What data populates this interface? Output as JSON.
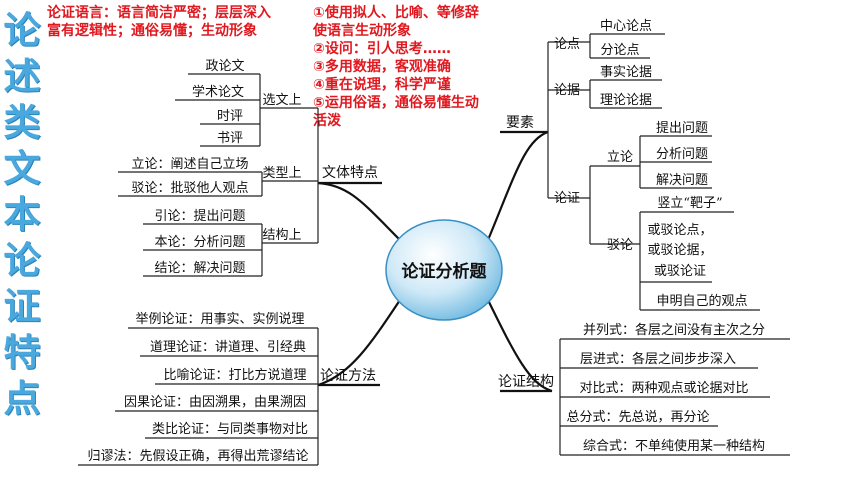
{
  "vertical_title": [
    "论",
    "述",
    "类",
    "文",
    "本",
    "论",
    "证",
    "特",
    "点"
  ],
  "left_note": [
    "论证语言：语言简洁严密；层层深入",
    "富有逻辑性；通俗易懂；生动形象"
  ],
  "right_note": [
    "①使用拟人、比喻、等修辞",
    "使语言生动形象",
    "②设问：引人思考……",
    "③多用数据，客观准确",
    "④重在说理，科学严谨",
    "⑤运用俗语，通俗易懂生动",
    "活泼"
  ],
  "center": "论证分析题",
  "left_branches": {
    "wenti": {
      "label": "文体特点",
      "groups": [
        {
          "label": "选文上",
          "items": [
            "政论文",
            "学术论文",
            "时评",
            "书评"
          ]
        },
        {
          "label": "类型上",
          "items": [
            "立论：阐述自己立场",
            "驳论：批驳他人观点"
          ]
        },
        {
          "label": "结构上",
          "items": [
            "引论：提出问题",
            "本论：分析问题",
            "结论：解决问题"
          ]
        }
      ]
    },
    "fangfa": {
      "label": "论证方法",
      "items": [
        "举例论证：用事实、实例说理",
        "道理论证：讲道理、引经典",
        "比喻论证：打比方说道理",
        "因果论证：由因溯果，由果溯因",
        "类比论证：与同类事物对比",
        "归谬法：先假设正确，再得出荒谬结论"
      ]
    }
  },
  "right_branches": {
    "yaosu": {
      "label": "要素",
      "groups": [
        {
          "label": "论点",
          "items": [
            "中心论点",
            "分论点"
          ]
        },
        {
          "label": "论据",
          "items": [
            "事实论据",
            "理论论据"
          ]
        },
        {
          "label": "论证",
          "subgroups": [
            {
              "label": "立论",
              "items": [
                "提出问题",
                "分析问题",
                "解决问题"
              ]
            },
            {
              "label": "驳论",
              "items": [
                "竖立“靶子”",
                "或驳论点，",
                "或驳论据，",
                "或驳论证",
                "申明自己的观点"
              ]
            }
          ]
        }
      ]
    },
    "jiegou": {
      "label": "论证结构",
      "items": [
        "并列式：各层之间没有主次之分",
        "层进式：各层之间步步深入",
        "对比式：两种观点或论据对比",
        "总分式：先总说，再分论",
        "综合式：不单纯使用某一种结构"
      ]
    }
  }
}
